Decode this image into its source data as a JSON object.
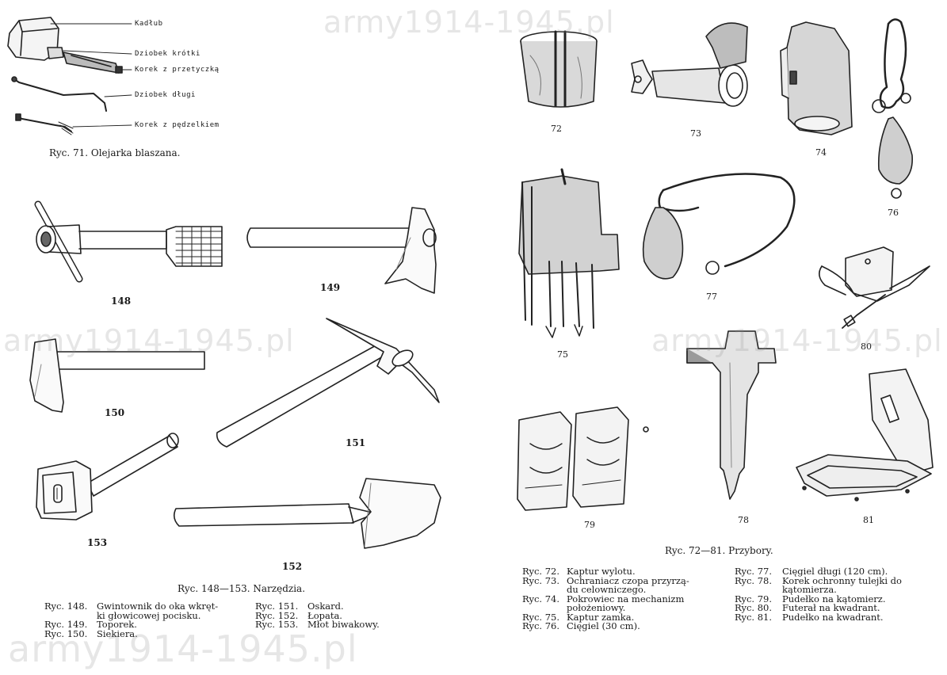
{
  "watermark": "army1914-1945.pl",
  "oiler": {
    "labels": [
      "Kadłub",
      "Dziobek krótki",
      "Korek z przetyczką",
      "Dziobek długi",
      "Korek z pędzelkiem"
    ],
    "caption": "Ryc. 71. Olejarka blaszana."
  },
  "tools": {
    "numbers": [
      "148",
      "149",
      "150",
      "151",
      "153",
      "152"
    ],
    "caption": "Ryc. 148—153. Narzędzia.",
    "legend_left": [
      {
        "k": "Ryc. 148.",
        "v": "Gwintownik do oka wkręt-\nki głowicowej pocisku."
      },
      {
        "k": "Ryc. 149.",
        "v": "Toporek."
      },
      {
        "k": "Ryc. 150.",
        "v": "Siekiera."
      }
    ],
    "legend_right": [
      {
        "k": "Ryc. 151.",
        "v": "Oskard."
      },
      {
        "k": "Ryc. 152.",
        "v": "Łopata."
      },
      {
        "k": "Ryc. 153.",
        "v": "Młot biwakowy."
      }
    ]
  },
  "accessories": {
    "numbers": [
      "72",
      "73",
      "74",
      "76",
      "75",
      "77",
      "80",
      "79",
      "78",
      "81"
    ],
    "caption": "Ryc. 72—81. Przybory.",
    "legend_left": [
      {
        "k": "Ryc. 72.",
        "v": "Kaptur wylotu."
      },
      {
        "k": "Ryc. 73.",
        "v": "Ochraniacz czopa przyrzą-\ndu celowniczego."
      },
      {
        "k": "Ryc. 74.",
        "v": "Pokrowiec na mechanizm\npołożeniowy."
      },
      {
        "k": "Ryc. 75.",
        "v": "Kaptur zamka."
      },
      {
        "k": "Ryc. 76.",
        "v": "Cięgiel (30 cm)."
      }
    ],
    "legend_right": [
      {
        "k": "Ryc. 77.",
        "v": "Cięgiel długi (120 cm)."
      },
      {
        "k": "Ryc. 78.",
        "v": "Korek ochronny tulejki do\nkątomierza."
      },
      {
        "k": "Ryc. 79.",
        "v": "Pudełko na kątomierz."
      },
      {
        "k": "Ryc. 80.",
        "v": "Futerał na kwadrant."
      },
      {
        "k": "Ryc. 81.",
        "v": "Pudełko na kwadrant."
      }
    ]
  }
}
